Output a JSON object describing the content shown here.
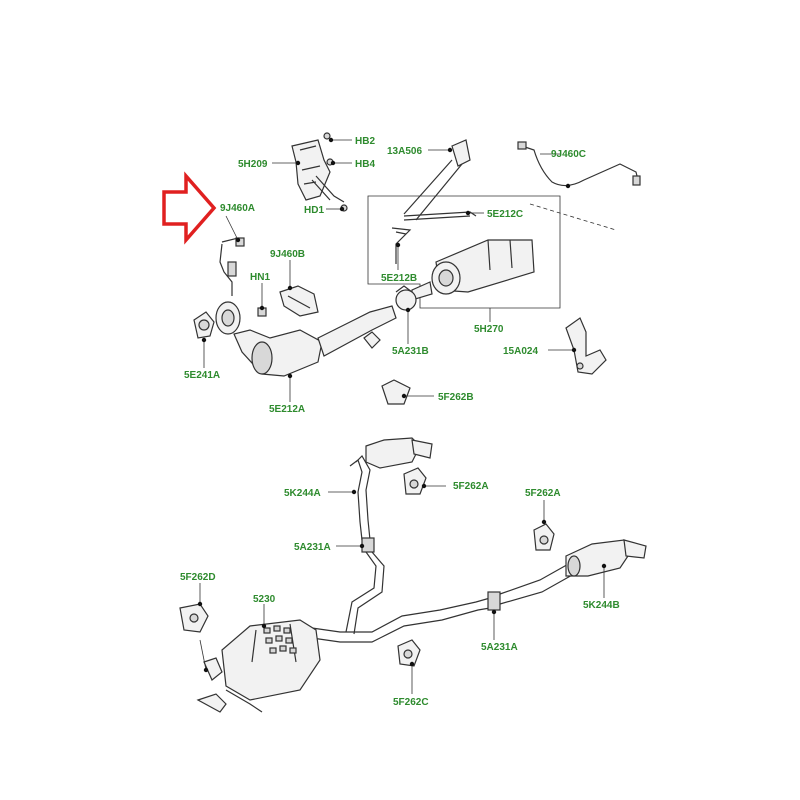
{
  "colors": {
    "label": "#2e8b2e",
    "arrow": "#e02020",
    "line": "#333333",
    "background": "#ffffff"
  },
  "labels": {
    "hb2": "HB2",
    "hb4": "HB4",
    "h5h209": "5H209",
    "hd1": "HD1",
    "a13a506": "13A506",
    "j9j460c": "9J460C",
    "j9j460a": "9J460A",
    "e5e212c": "5E212C",
    "j9j460b": "9J460B",
    "hn1": "HN1",
    "e5e212b": "5E212B",
    "e5e241a": "5E241A",
    "a5a231b": "5A231B",
    "a15a024": "15A024",
    "h5h270": "5H270",
    "f5f262b": "5F262B",
    "e5e212a": "5E212A",
    "k5k244a": "5K244A",
    "f5f262a_1": "5F262A",
    "f5f262a_2": "5F262A",
    "a5a231a_1": "5A231A",
    "f5f262d": "5F262D",
    "p5230": "5230",
    "k5k244b": "5K244B",
    "a5a231a_2": "5A231A",
    "f5f262c": "5F262C"
  },
  "highlight_arrow": {
    "points_to": "9J460A",
    "icon": "right-arrow-outline-icon"
  }
}
